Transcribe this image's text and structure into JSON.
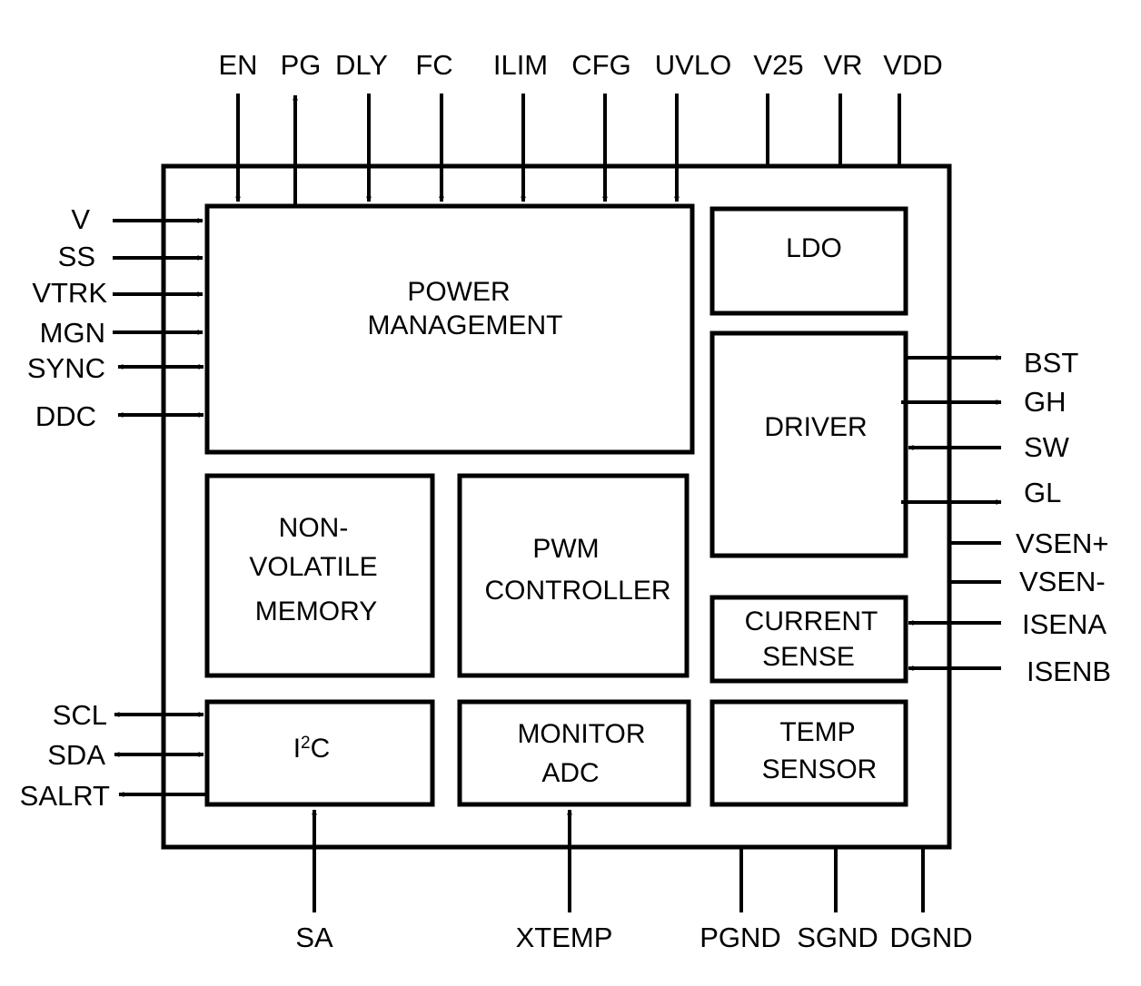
{
  "pins": {
    "top": [
      "EN",
      "PG",
      "DLY",
      "FC",
      "ILIM",
      "CFG",
      "UVLO",
      "V25",
      "VR",
      "VDD"
    ],
    "left": [
      "V",
      "SS",
      "VTRK",
      "MGN",
      "SYNC",
      "DDC",
      "SCL",
      "SDA",
      "SALRT"
    ],
    "right": [
      "BST",
      "GH",
      "SW",
      "GL",
      "VSEN+",
      "VSEN-",
      "ISENA",
      "ISENB"
    ],
    "bottom": [
      "SA",
      "XTEMP",
      "PGND",
      "SGND",
      "DGND"
    ]
  },
  "blocks": {
    "power_management": [
      "POWER",
      "MANAGEMENT"
    ],
    "ldo": [
      "LDO"
    ],
    "driver": [
      "DRIVER"
    ],
    "nvm": [
      "NON-",
      "VOLATILE",
      "MEMORY"
    ],
    "pwm": [
      "PWM",
      "CONTROLLER"
    ],
    "current_sense": [
      "CURRENT",
      "SENSE"
    ],
    "i2c": {
      "base": "I",
      "sup": "2",
      "tail": "C"
    },
    "monitor_adc": [
      "MONITOR",
      "ADC"
    ],
    "temp_sensor": [
      "TEMP",
      "SENSOR"
    ]
  }
}
